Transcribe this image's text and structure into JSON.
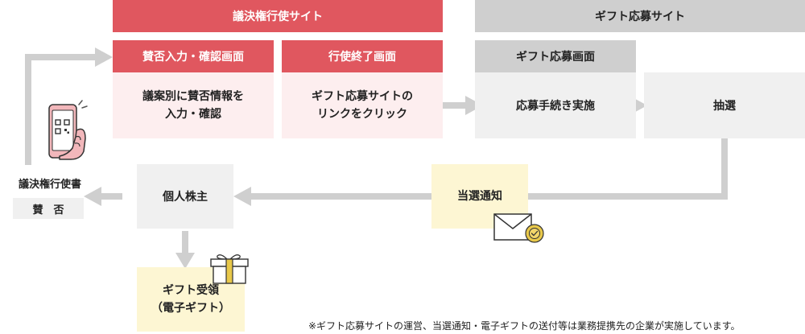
{
  "voting_site": {
    "title": "議決権行使サイト",
    "step1_header": "賛否入力・確認画面",
    "step1_body": [
      "議案別に賛否情報を",
      "入力・確認"
    ],
    "step2_header": "行使終了画面",
    "step2_body": [
      "ギフト応募サイトの",
      "リンクをクリック"
    ]
  },
  "gift_site": {
    "title": "ギフト応募サイト",
    "step_header": "ギフト応募画面",
    "step_body": "応募手続き実施",
    "lottery": "抽選"
  },
  "left": {
    "document_label": "議決権行使書",
    "vote_label": "賛　否"
  },
  "flow": {
    "shareholder": "個人株主",
    "notification": "当選通知",
    "gift_receipt": [
      "ギフト受領",
      "（電子ギフト）"
    ]
  },
  "footnote": "※ギフト応募サイトの運営、当選通知・電子ギフトの送付等は業務提携先の企業が実施しています。",
  "colors": {
    "red": "#e0575f",
    "pink": "#fdeeef",
    "gray": "#cfcfcf",
    "light_gray": "#f0f0f0",
    "yellow": "#fdf6d3",
    "gold": "#e8c84a"
  },
  "icons": {
    "phone": "phone-qr-icon",
    "envelope": "envelope-medal-icon",
    "gift": "gift-box-icon"
  }
}
